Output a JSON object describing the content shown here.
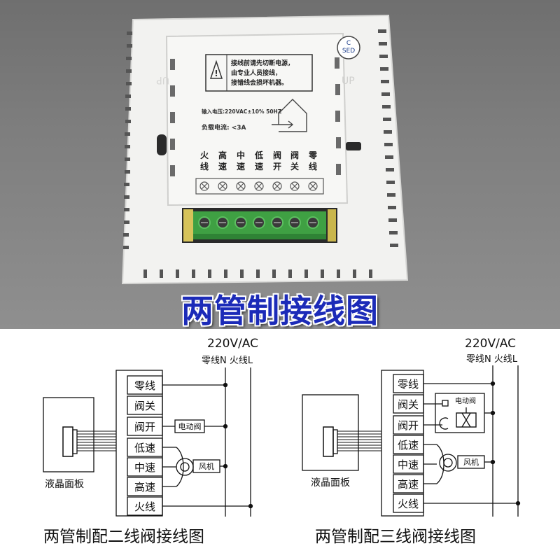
{
  "photo": {
    "title": "两管制接线图",
    "warning_lines": [
      "接线前请先切断电源，",
      "由专业人员接线，",
      "接错线会损坏机器。"
    ],
    "input_voltage": "输入电压:220VAC±10% 50HZ",
    "load_current": "负载电流: <3A",
    "terminals": [
      {
        "line1": "火",
        "line2": "线"
      },
      {
        "line1": "高",
        "line2": "速"
      },
      {
        "line1": "中",
        "line2": "速"
      },
      {
        "line1": "低",
        "line2": "速"
      },
      {
        "line1": "阀",
        "line2": "开"
      },
      {
        "line1": "阀",
        "line2": "关"
      },
      {
        "line1": "零",
        "line2": "线"
      }
    ],
    "badge": "C\nSED",
    "up_label": "UP"
  },
  "diagram_left": {
    "voltage": "220V/AC",
    "neutral_live": "零线N  火线L",
    "terminals": [
      "零线",
      "阀关",
      "阀开",
      "低速",
      "中速",
      "高速",
      "火线"
    ],
    "valve_label": "电动阀",
    "fan_label": "风机",
    "panel_label": "液晶面板",
    "caption": "两管制配二线阀接线图"
  },
  "diagram_right": {
    "voltage": "220V/AC",
    "neutral_live": "零线N  火线L",
    "terminals": [
      "零线",
      "阀关",
      "阀开",
      "低速",
      "中速",
      "高速",
      "火线"
    ],
    "valve_label": "电动阀",
    "fan_label": "风机",
    "panel_label": "液晶面板",
    "caption": "两管制配三线阀接线图"
  },
  "colors": {
    "title_blue": "#1c2bb8",
    "terminal_green": "#3fa043",
    "plate_white": "#f4f4f2"
  }
}
